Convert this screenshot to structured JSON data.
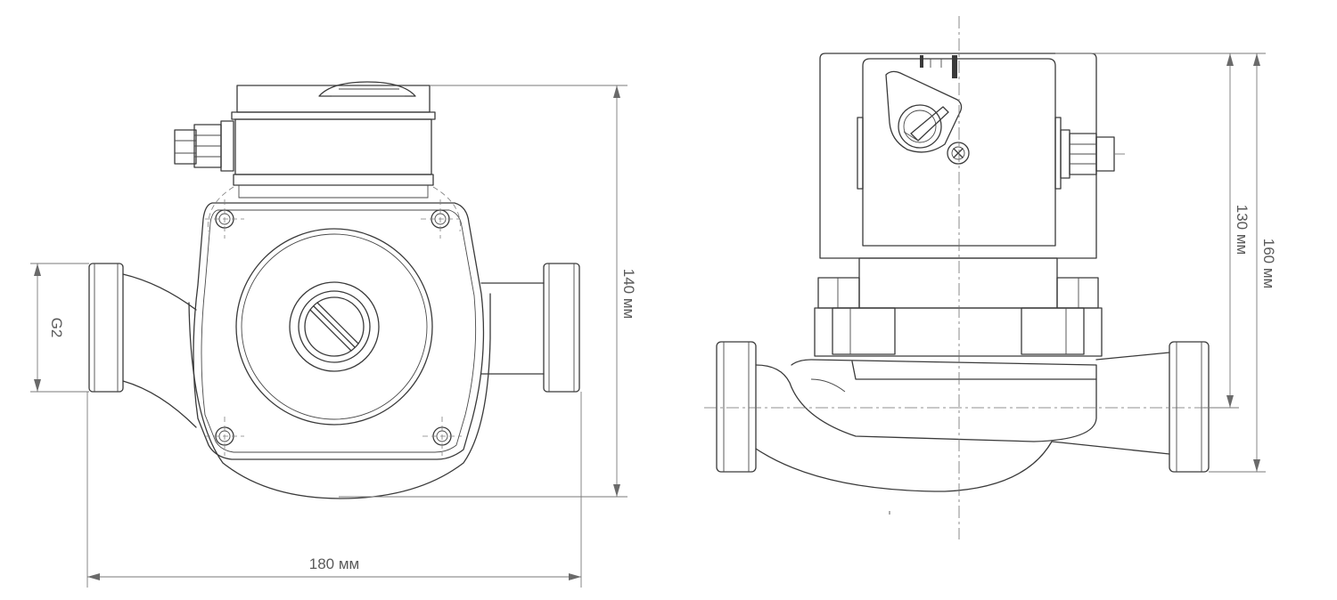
{
  "dimensions": {
    "width_label": "180 мм",
    "height_front_label": "140 мм",
    "height_motor_label": "130 мм",
    "height_total_label": "160 мм",
    "thread_label": "G2"
  },
  "colors": {
    "line": "#3a3a3a",
    "dimension": "#7a7a7a",
    "text": "#5a5a5a",
    "background": "#ffffff"
  }
}
